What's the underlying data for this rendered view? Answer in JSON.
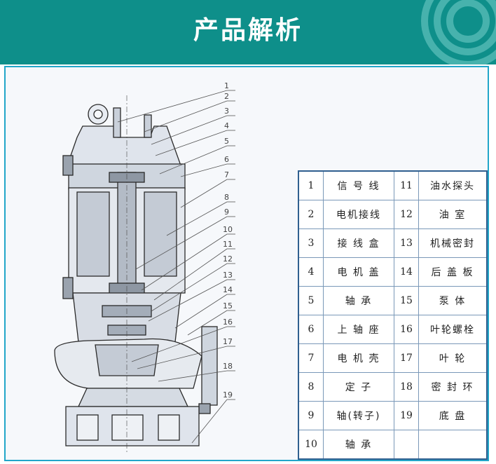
{
  "header": {
    "title": "产品解析"
  },
  "diagram": {
    "labels": [
      "1",
      "2",
      "3",
      "4",
      "5",
      "6",
      "7",
      "8",
      "9",
      "10",
      "11",
      "12",
      "13",
      "14",
      "15",
      "16",
      "17",
      "18",
      "19"
    ]
  },
  "parts": [
    {
      "num": "1",
      "name": "信 号 线"
    },
    {
      "num": "2",
      "name": "电机接线"
    },
    {
      "num": "3",
      "name": "接 线 盒"
    },
    {
      "num": "4",
      "name": "电 机 盖"
    },
    {
      "num": "5",
      "name": "轴      承"
    },
    {
      "num": "6",
      "name": "上 轴 座"
    },
    {
      "num": "7",
      "name": "电 机 壳"
    },
    {
      "num": "8",
      "name": "定      子"
    },
    {
      "num": "9",
      "name": "轴(转子)"
    },
    {
      "num": "10",
      "name": "轴      承"
    },
    {
      "num": "11",
      "name": "油水探头"
    },
    {
      "num": "12",
      "name": "油      室"
    },
    {
      "num": "13",
      "name": "机械密封"
    },
    {
      "num": "14",
      "name": "后 盖 板"
    },
    {
      "num": "15",
      "name": "泵      体"
    },
    {
      "num": "16",
      "name": "叶轮螺栓"
    },
    {
      "num": "17",
      "name": "叶      轮"
    },
    {
      "num": "18",
      "name": "密 封 环"
    },
    {
      "num": "19",
      "name": "底      盘"
    }
  ]
}
